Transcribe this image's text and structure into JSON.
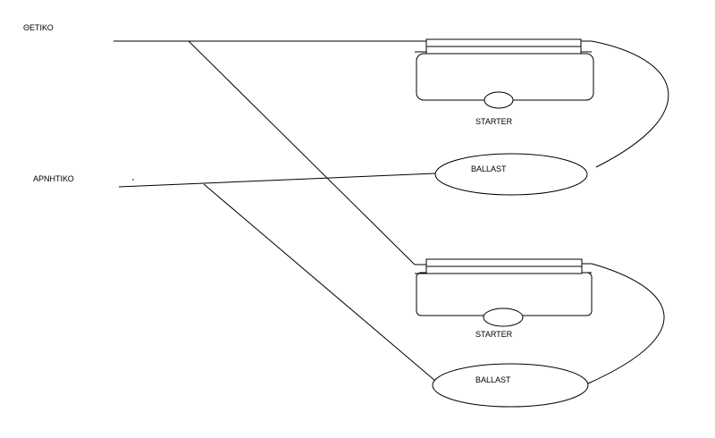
{
  "labels": {
    "positive": "ΘΕΤΙΚΟ",
    "negative": "ΑΡΝΗΤΙΚΟ"
  },
  "fixtures": [
    {
      "starter_label": "STARTER",
      "ballast_label": "BALLAST"
    },
    {
      "starter_label": "STARTER",
      "ballast_label": "BALLAST"
    }
  ]
}
